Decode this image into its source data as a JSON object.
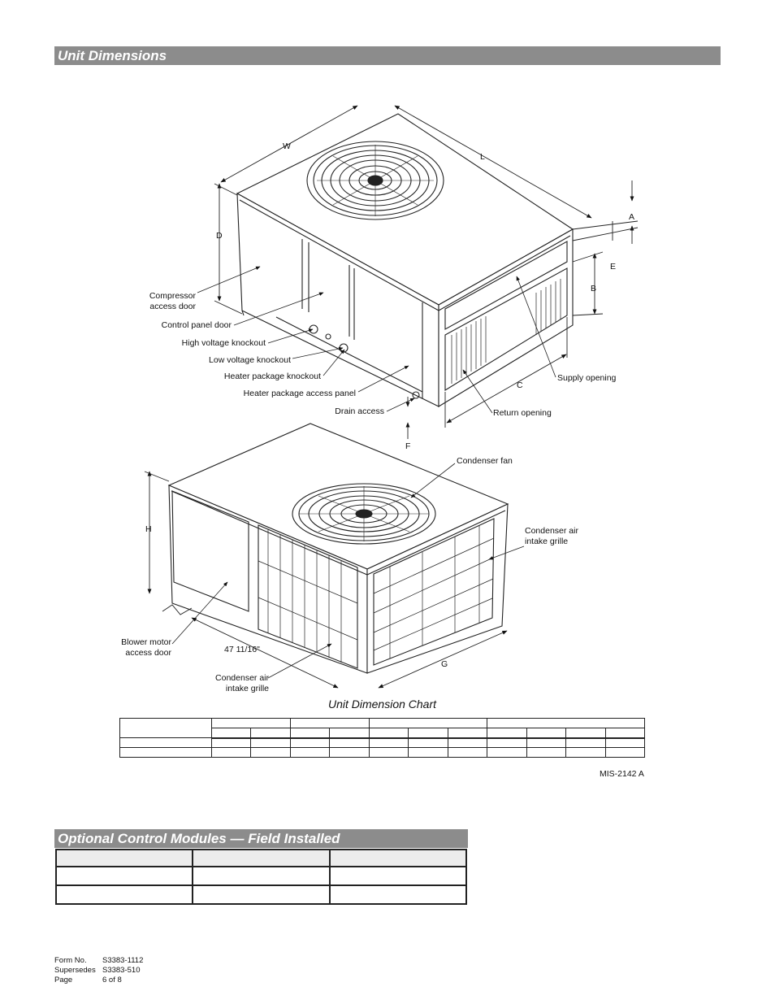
{
  "sections": {
    "unit_dimensions_title": "Unit Dimensions",
    "optional_modules_title": "Optional Control Modules — Field Installed"
  },
  "top_figure": {
    "dim_w": "W",
    "dim_l": "L",
    "dim_d": "D",
    "dim_a": "A",
    "dim_e": "E",
    "dim_b": "B",
    "dim_c": "C",
    "dim_f": "F",
    "compressor_door_line1": "Compressor",
    "compressor_door_line2": "access door",
    "control_panel_door": "Control panel door",
    "high_voltage_knockout": "High voltage knockout",
    "low_voltage_knockout": "Low voltage knockout",
    "heater_package_knockout": "Heater package knockout",
    "heater_package_access_panel": "Heater package access panel",
    "drain_access": "Drain access",
    "supply_opening": "Supply opening",
    "return_opening": "Return opening"
  },
  "bottom_figure": {
    "dim_h": "H",
    "dim_g": "G",
    "dim_width": "47 11/16\"",
    "condenser_fan": "Condenser fan",
    "condenser_air_intake_right_line1": "Condenser air",
    "condenser_air_intake_right_line2": "intake grille",
    "blower_motor_door_line1": "Blower motor",
    "blower_motor_door_line2": "access door",
    "condenser_air_intake_left_line1": "Condenser air",
    "condenser_air_intake_left_line2": "intake grille"
  },
  "chart_title": "Unit Dimension Chart",
  "mis_number": "MIS-2142 A",
  "footer": {
    "form_label": "Form No.",
    "form_value": "S3383-1112",
    "supersedes_label": "Supersedes",
    "supersedes_value": "S3383-510",
    "page_label": "Page",
    "page_value": "6 of 8"
  },
  "colors": {
    "section_bar": "#8c8c8c",
    "table_header_fill": "#ececec"
  }
}
